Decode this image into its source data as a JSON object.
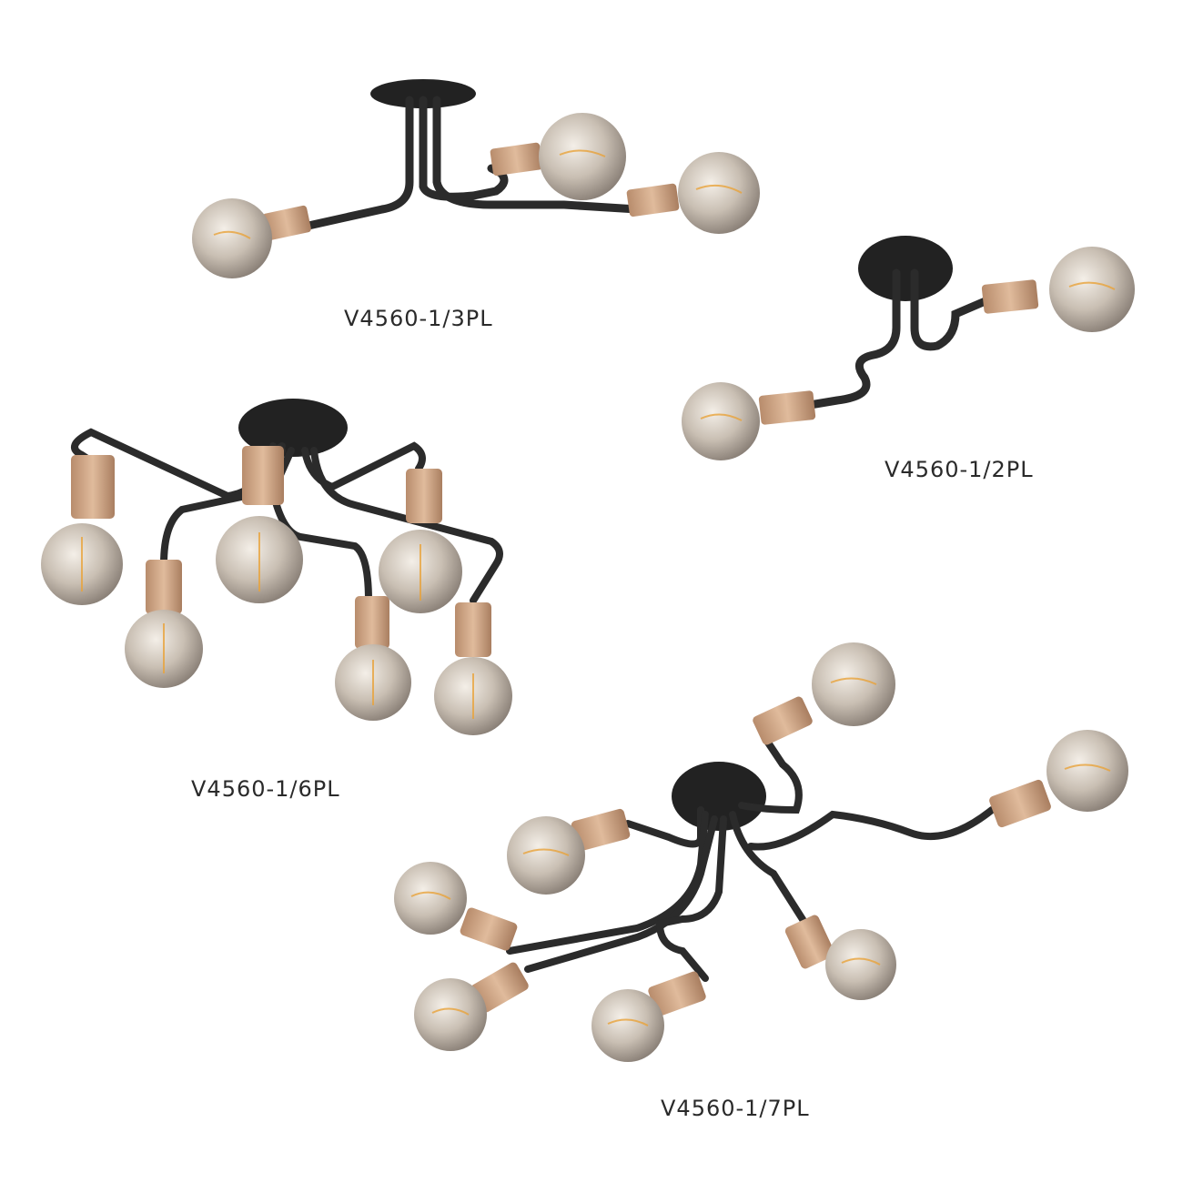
{
  "products": [
    {
      "model": "V4560-1/3PL"
    },
    {
      "model": "V4560-1/2PL"
    },
    {
      "model": "V4560-1/6PL"
    },
    {
      "model": "V4560-1/7PL"
    }
  ],
  "colors": {
    "arm": "#2b2b2b",
    "canopy": "#222222",
    "socket": "#c9a283",
    "bulb_glass": "#d8cfc4",
    "filament": "#e8a23a",
    "label_text": "#2a2a2a"
  }
}
